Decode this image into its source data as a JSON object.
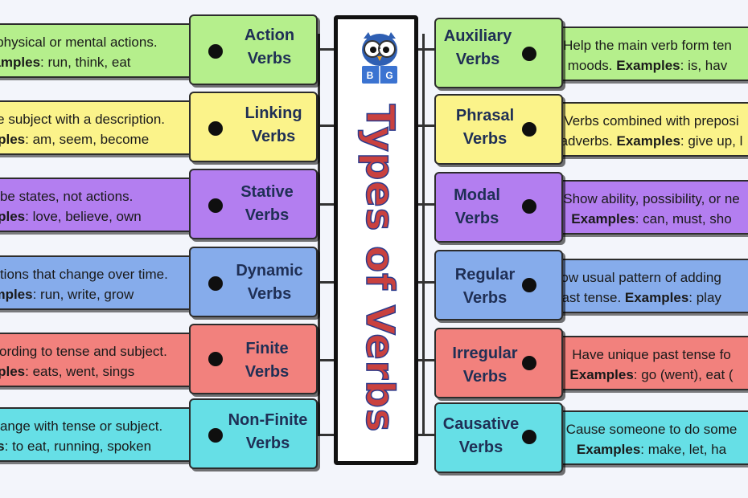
{
  "title": "Types of Verbs",
  "logo": {
    "icon": "owl-icon",
    "lettering": "B G"
  },
  "left": [
    {
      "key": "action",
      "label_line1": "Action",
      "label_line2": "Verbs",
      "desc_line1": "s physical or mental actions.",
      "desc_examples_label": "xamples",
      "desc_examples_text": ": run, think, eat",
      "color": "#b5ef8c"
    },
    {
      "key": "linking",
      "label_line1": "Linking",
      "label_line2": "Verbs",
      "desc_line1": " the subject with a description.",
      "desc_examples_label": "mples",
      "desc_examples_text": ": am, seem, become",
      "color": "#fbf38a"
    },
    {
      "key": "stative",
      "label_line1": "Stative",
      "label_line2": "Verbs",
      "desc_line1": "cribe states, not actions.",
      "desc_examples_label": "mples",
      "desc_examples_text": ": love, believe, own",
      "color": "#b37ef0"
    },
    {
      "key": "dynamic",
      "label_line1": "Dynamic",
      "label_line2": "Verbs",
      "desc_line1": "actions that change over time.",
      "desc_examples_label": "amples",
      "desc_examples_text": ": run, write, grow",
      "color": "#86aceb"
    },
    {
      "key": "finite",
      "label_line1": "Finite",
      "label_line2": "Verbs",
      "desc_line1": "ccording to tense and subject.",
      "desc_examples_label": "mples",
      "desc_examples_text": ": eats, went, sings",
      "color": "#f2817d"
    },
    {
      "key": "non-finite",
      "label_line1": "Non-Finite",
      "label_line2": "Verbs",
      "desc_line1": "change with tense or subject.",
      "desc_examples_label": "les",
      "desc_examples_text": ": to eat, running, spoken",
      "color": "#66dfe6"
    }
  ],
  "right": [
    {
      "key": "auxiliary",
      "label_line1": "Auxiliary",
      "label_line2": "Verbs",
      "desc_line1": "Help the main verb form ten",
      "desc_line2_pre": "moods. ",
      "desc_examples_label": "Examples",
      "desc_examples_text": ": is, hav",
      "color": "#b5ef8c"
    },
    {
      "key": "phrasal",
      "label_line1": "Phrasal",
      "label_line2": "Verbs",
      "desc_line1": "Verbs combined with preposi",
      "desc_line2_pre": "adverbs. ",
      "desc_examples_label": "Examples",
      "desc_examples_text": ": give up, l",
      "color": "#fbf38a"
    },
    {
      "key": "modal",
      "label_line1": "Modal",
      "label_line2": "Verbs",
      "desc_line1": "Show ability, possibility, or ne",
      "desc_line2_pre": "",
      "desc_examples_label": "Examples",
      "desc_examples_text": ": can, must, sho",
      "color": "#b37ef0"
    },
    {
      "key": "regular",
      "label_line1": "Regular",
      "label_line2": "Verbs",
      "desc_line1": "Follow usual pattern of adding",
      "desc_line2_pre": "past tense. ",
      "desc_examples_label": "Examples",
      "desc_examples_text": ": play",
      "color": "#86aceb"
    },
    {
      "key": "irregular",
      "label_line1": "Irregular",
      "label_line2": "Verbs",
      "desc_line1": "Have unique past tense fo",
      "desc_line2_pre": "",
      "desc_examples_label": "Examples",
      "desc_examples_text": ": go (went), eat (",
      "color": "#f2817d"
    },
    {
      "key": "causative",
      "label_line1": "Causative",
      "label_line2": "Verbs",
      "desc_line1": "Cause someone to do some",
      "desc_line2_pre": "",
      "desc_examples_label": "Examples",
      "desc_examples_text": ": make, let, ha",
      "color": "#66dfe6"
    }
  ]
}
